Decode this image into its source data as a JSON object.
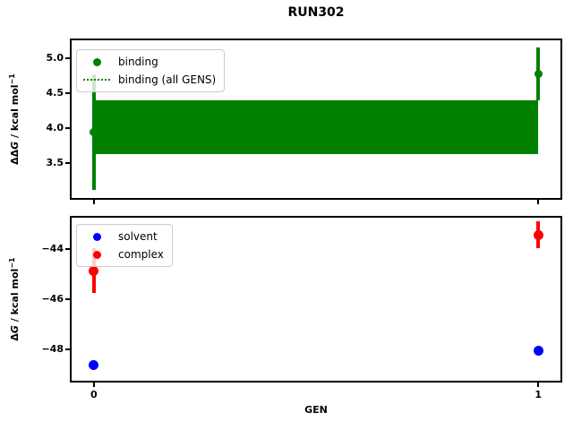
{
  "figure": {
    "title": "RUN302",
    "xlabel": "GEN",
    "background": "#ffffff",
    "spine_color": "#000000"
  },
  "chart_data": [
    {
      "type": "scatter",
      "panel": "ddg",
      "ylabel": "ΔΔG / kcal mol⁻¹",
      "ylabel_parts": [
        {
          "text": "ΔΔ"
        },
        {
          "text": "G",
          "italic": true
        },
        {
          "text": " / kcal mol"
        },
        {
          "text": "−1",
          "sup": true
        }
      ],
      "xlim": [
        -0.05,
        1.05
      ],
      "ylim": [
        3.0,
        5.25
      ],
      "ytick_values": [
        3.5,
        4.0,
        4.5,
        5.0
      ],
      "ytick_labels": [
        "3.5",
        "4.0",
        "4.5",
        "5.0"
      ],
      "xtick_values": [
        0,
        1
      ],
      "xtick_labels": [
        "",
        ""
      ],
      "grid": false,
      "legend_location": "upper left",
      "series": [
        {
          "name": "binding",
          "color": "#008000",
          "marker": "circle",
          "x": [
            0,
            1
          ],
          "y": [
            3.94,
            4.77
          ],
          "yerr": [
            0.82,
            0.38
          ]
        }
      ],
      "band": {
        "name": "binding (all GENS)",
        "color": "#008000",
        "center": 4.01,
        "low": 3.63,
        "high": 4.39,
        "line_style": "dotted",
        "x_span": [
          0,
          1
        ]
      },
      "legend": [
        {
          "label": "binding",
          "marker": "circle",
          "color": "#008000"
        },
        {
          "label": "binding (all GENS)",
          "marker": "dotted-line",
          "color": "#008000"
        }
      ]
    },
    {
      "type": "scatter",
      "panel": "dg",
      "ylabel": "ΔG / kcal mol⁻¹",
      "ylabel_parts": [
        {
          "text": "Δ"
        },
        {
          "text": "G",
          "italic": true
        },
        {
          "text": " / kcal mol"
        },
        {
          "text": "−1",
          "sup": true
        }
      ],
      "xlim": [
        -0.05,
        1.05
      ],
      "ylim": [
        -49.25,
        -42.75
      ],
      "ytick_values": [
        -44,
        -46,
        -48
      ],
      "ytick_labels": [
        "−44",
        "−46",
        "−48"
      ],
      "xtick_values": [
        0,
        1
      ],
      "xtick_labels": [
        "0",
        "1"
      ],
      "grid": false,
      "legend_location": "upper left",
      "series": [
        {
          "name": "solvent",
          "color": "#0000ff",
          "marker": "circle",
          "x": [
            0,
            1
          ],
          "y": [
            -48.64,
            -48.05
          ],
          "yerr": [
            0.05,
            0.05
          ]
        },
        {
          "name": "complex",
          "color": "#ff0000",
          "marker": "circle",
          "x": [
            0,
            1
          ],
          "y": [
            -44.86,
            -43.43
          ],
          "yerr": [
            0.9,
            0.55
          ]
        }
      ],
      "legend": [
        {
          "label": "solvent",
          "marker": "circle",
          "color": "#0000ff"
        },
        {
          "label": "complex",
          "marker": "circle",
          "color": "#ff0000"
        }
      ]
    }
  ]
}
